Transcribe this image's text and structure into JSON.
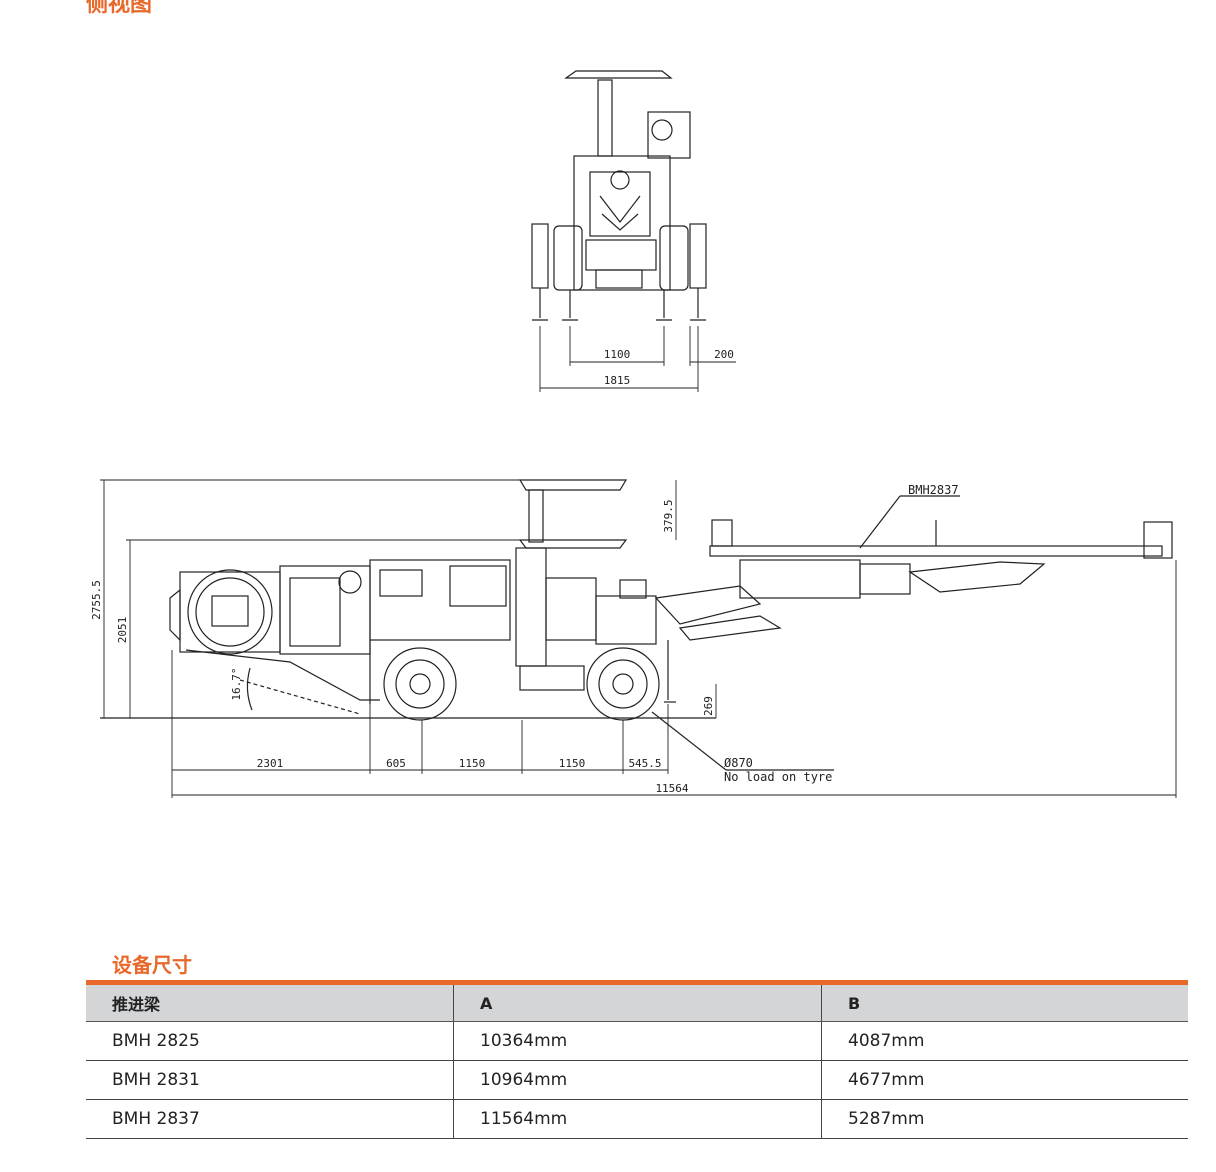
{
  "header": {
    "title": "侧视图"
  },
  "front_view": {
    "dims": [
      "1100",
      "200",
      "1815"
    ]
  },
  "side_view": {
    "dims": {
      "height_total": "2755.5",
      "height_cab": "2051",
      "roof_offset": "379.5",
      "angle": "16.7°",
      "ground_clearance": "269",
      "seg1": "2301",
      "seg2": "605",
      "seg3": "1150",
      "seg4": "1150",
      "seg5": "545.5",
      "total_length": "11564",
      "tyre": "Ø870",
      "tyre_note": "No load on tyre",
      "boom": "BMH2837"
    }
  },
  "specs": {
    "title": "设备尺寸",
    "columns": [
      "推进梁",
      "A",
      "B"
    ],
    "rows": [
      [
        "BMH 2825",
        "10364mm",
        "4087mm"
      ],
      [
        "BMH 2831",
        "10964mm",
        "4677mm"
      ],
      [
        "BMH 2837",
        "11564mm",
        "5287mm"
      ]
    ]
  },
  "colors": {
    "accent": "#e8682a",
    "header_bg": "#d4d5d7"
  }
}
